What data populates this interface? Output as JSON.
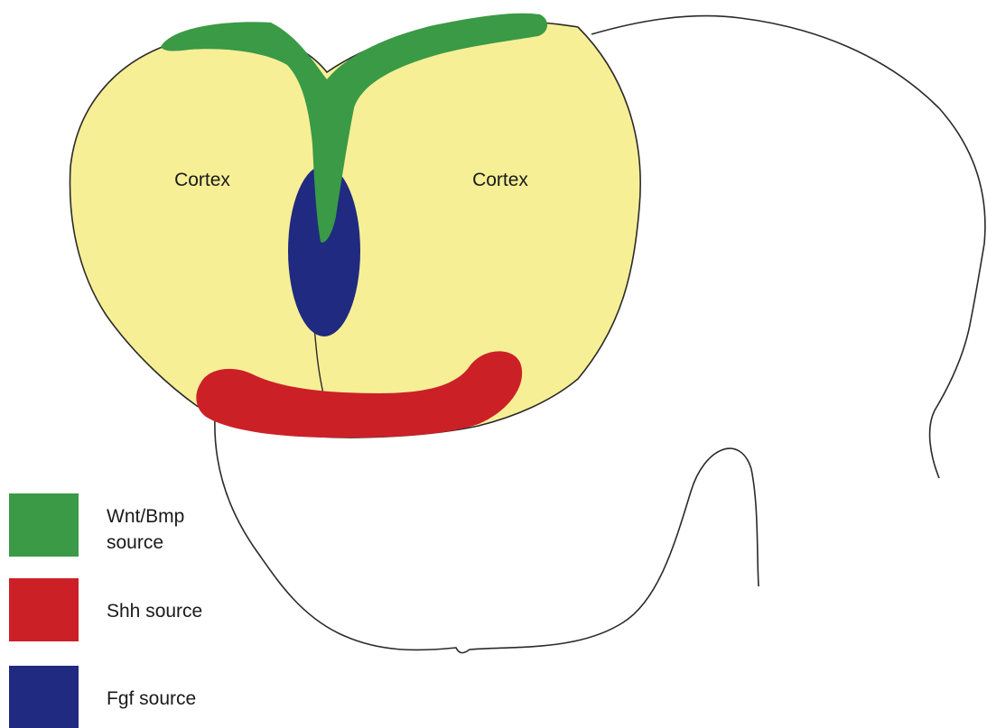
{
  "regions": {
    "cortex_left": "Cortex",
    "cortex_right": "Cortex"
  },
  "legend": [
    {
      "label_lines": [
        "Wnt/Bmp",
        "source"
      ],
      "color": "#3a9a45"
    },
    {
      "label_lines": [
        "Shh source"
      ],
      "color": "#cc2027"
    },
    {
      "label_lines": [
        "Fgf source"
      ],
      "color": "#1f2a80"
    }
  ],
  "colors": {
    "cortex_fill": "#f7ef96",
    "outline": "#2a2a2a"
  }
}
